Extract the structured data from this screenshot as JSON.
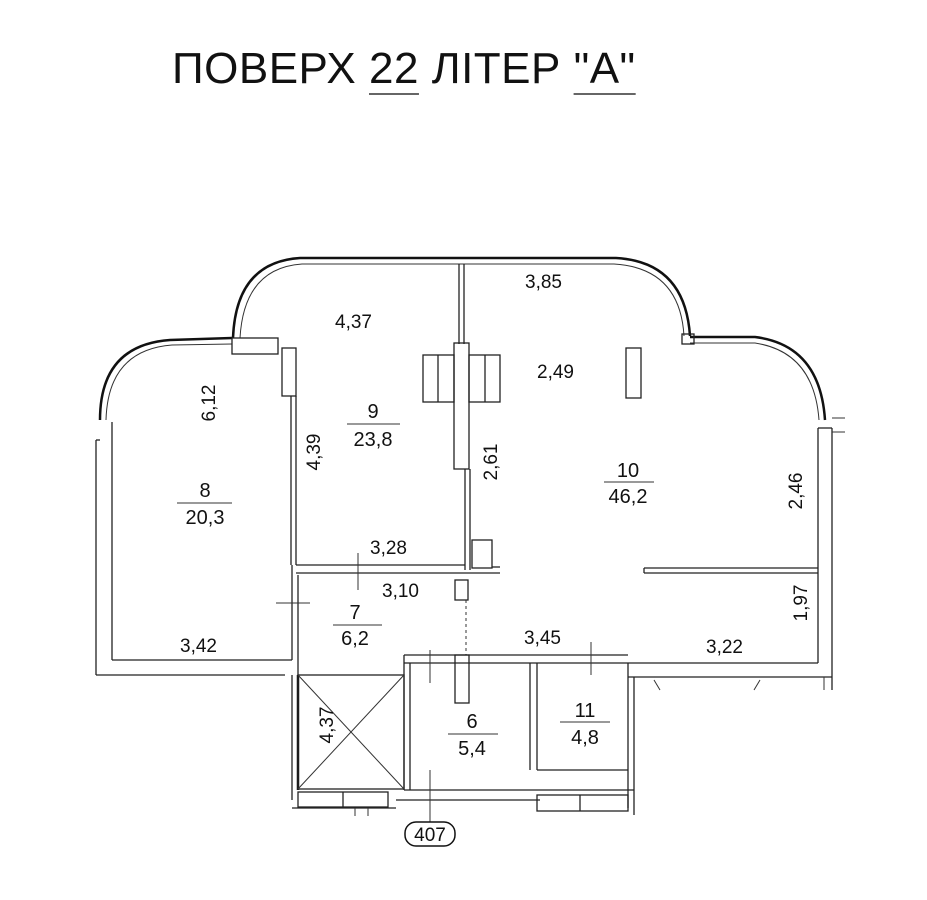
{
  "title": {
    "prefix": "ПОВЕРХ",
    "floor": "22",
    "middle": "ЛІТЕР",
    "letter": "\"А\""
  },
  "rooms": [
    {
      "number": "8",
      "area": "20,3"
    },
    {
      "number": "9",
      "area": "23,8"
    },
    {
      "number": "10",
      "area": "46,2"
    },
    {
      "number": "7",
      "area": "6,2"
    },
    {
      "number": "6",
      "area": "5,4"
    },
    {
      "number": "11",
      "area": "4,8"
    }
  ],
  "dimensions": {
    "d_4_37_top": "4,37",
    "d_3_85": "3,85",
    "d_6_12": "6,12",
    "d_2_49": "2,49",
    "d_4_39": "4,39",
    "d_2_61": "2,61",
    "d_2_46": "2,46",
    "d_3_28": "3,28",
    "d_3_10": "3,10",
    "d_1_97": "1,97",
    "d_3_42": "3,42",
    "d_3_45": "3,45",
    "d_3_22": "3,22",
    "d_4_37_lift": "4,37"
  },
  "apartment_number": "407"
}
